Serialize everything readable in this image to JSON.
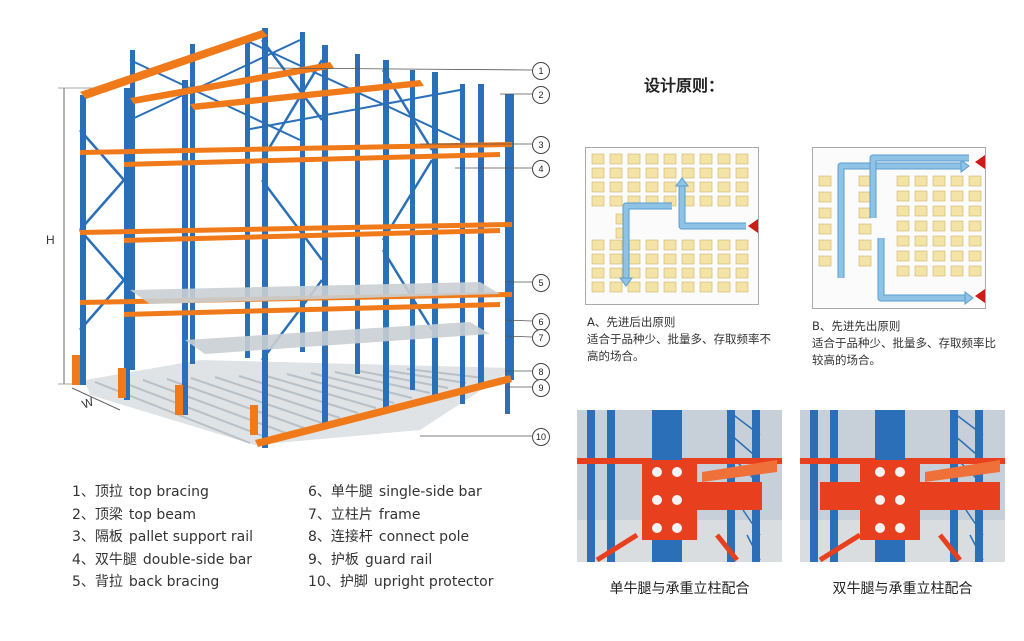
{
  "callouts": [
    "1",
    "2",
    "3",
    "4",
    "5",
    "6",
    "7",
    "8",
    "9",
    "10"
  ],
  "dimensions": {
    "height": "H",
    "width": "W"
  },
  "legend": [
    {
      "num": "1、",
      "zh": "顶拉",
      "en": "top bracing"
    },
    {
      "num": "2、",
      "zh": "顶梁",
      "en": "top beam"
    },
    {
      "num": "3、",
      "zh": "隔板",
      "en": "pallet support rail"
    },
    {
      "num": "4、",
      "zh": "双牛腿",
      "en": "double-side bar"
    },
    {
      "num": "5、",
      "zh": "背拉",
      "en": "back bracing"
    },
    {
      "num": "6、",
      "zh": "单牛腿",
      "en": "single-side bar"
    },
    {
      "num": "7、",
      "zh": "立柱片",
      "en": "frame"
    },
    {
      "num": "8、",
      "zh": "连接杆",
      "en": "connect pole"
    },
    {
      "num": "9、",
      "zh": "护板",
      "en": "guard rail"
    },
    {
      "num": "10、",
      "zh": "护脚",
      "en": "upright protector"
    }
  ],
  "design": {
    "title": "设计原则：",
    "principle_a": {
      "title": "A、先进后出原则",
      "desc": "适合于品种少、批量多、存取频率不高的场合。"
    },
    "principle_b": {
      "title": "B、先进先出原则",
      "desc": "适合于品种少、批量多、存取频率比较高的场合。"
    }
  },
  "photos": [
    {
      "caption": "单牛腿与承重立柱配合"
    },
    {
      "caption": "双牛腿与承重立柱配合"
    }
  ],
  "colors": {
    "blue": "#2a6fb8",
    "orange": "#f07a1a",
    "red_part": "#e8401e",
    "cell": "#f3e3a6",
    "arrow": "#8ec3e6",
    "marker": "#cc1b1b"
  }
}
